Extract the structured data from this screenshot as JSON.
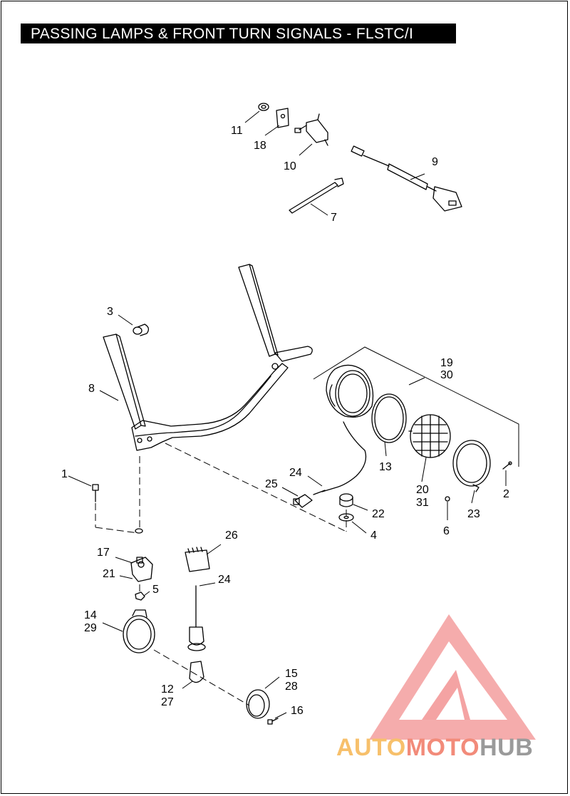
{
  "title": "PASSING LAMPS & FRONT TURN SIGNALS - FLSTC/I",
  "callouts": [
    {
      "id": "c11",
      "text": "11"
    },
    {
      "id": "c18",
      "text": "18"
    },
    {
      "id": "c10",
      "text": "10"
    },
    {
      "id": "c9",
      "text": "9"
    },
    {
      "id": "c7",
      "text": "7"
    },
    {
      "id": "c3",
      "text": "3"
    },
    {
      "id": "c8",
      "text": "8"
    },
    {
      "id": "c19",
      "text": "19"
    },
    {
      "id": "c30",
      "text": "30"
    },
    {
      "id": "c13",
      "text": "13"
    },
    {
      "id": "c20",
      "text": "20"
    },
    {
      "id": "c31",
      "text": "31"
    },
    {
      "id": "c2",
      "text": "2"
    },
    {
      "id": "c23",
      "text": "23"
    },
    {
      "id": "c6",
      "text": "6"
    },
    {
      "id": "c1",
      "text": "1"
    },
    {
      "id": "c24a",
      "text": "24"
    },
    {
      "id": "c25",
      "text": "25"
    },
    {
      "id": "c22",
      "text": "22"
    },
    {
      "id": "c4",
      "text": "4"
    },
    {
      "id": "c26",
      "text": "26"
    },
    {
      "id": "c17",
      "text": "17"
    },
    {
      "id": "c21",
      "text": "21"
    },
    {
      "id": "c5",
      "text": "5"
    },
    {
      "id": "c24b",
      "text": "24"
    },
    {
      "id": "c14",
      "text": "14"
    },
    {
      "id": "c29",
      "text": "29"
    },
    {
      "id": "c15",
      "text": "15"
    },
    {
      "id": "c28",
      "text": "28"
    },
    {
      "id": "c12",
      "text": "12"
    },
    {
      "id": "c27",
      "text": "27"
    },
    {
      "id": "c16",
      "text": "16"
    }
  ],
  "watermark": {
    "part1": "AUTO",
    "part2": "MOTO",
    "part3": "HUB",
    "colors": {
      "auto": "#f7c06b",
      "moto": "#f28b7a",
      "hub": "#9a9a9a",
      "logo": "#f08080"
    }
  }
}
